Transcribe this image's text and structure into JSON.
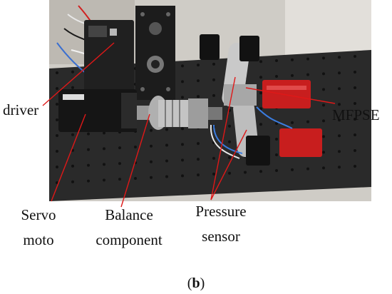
{
  "labels": {
    "driver": "driver",
    "mfpse": "MFPSE",
    "servo_line1": "Servo",
    "servo_line2": "moto",
    "balance_line1": "Balance",
    "balance_line2": "component",
    "pressure_line1": "Pressure",
    "pressure_line2": "sensor"
  },
  "caption": {
    "open": "(",
    "letter": "b",
    "close": ")"
  },
  "colors": {
    "leader_line": "#e01818",
    "table_surface": "#2a2a2a",
    "mfpse_module": "#c81e1e"
  }
}
